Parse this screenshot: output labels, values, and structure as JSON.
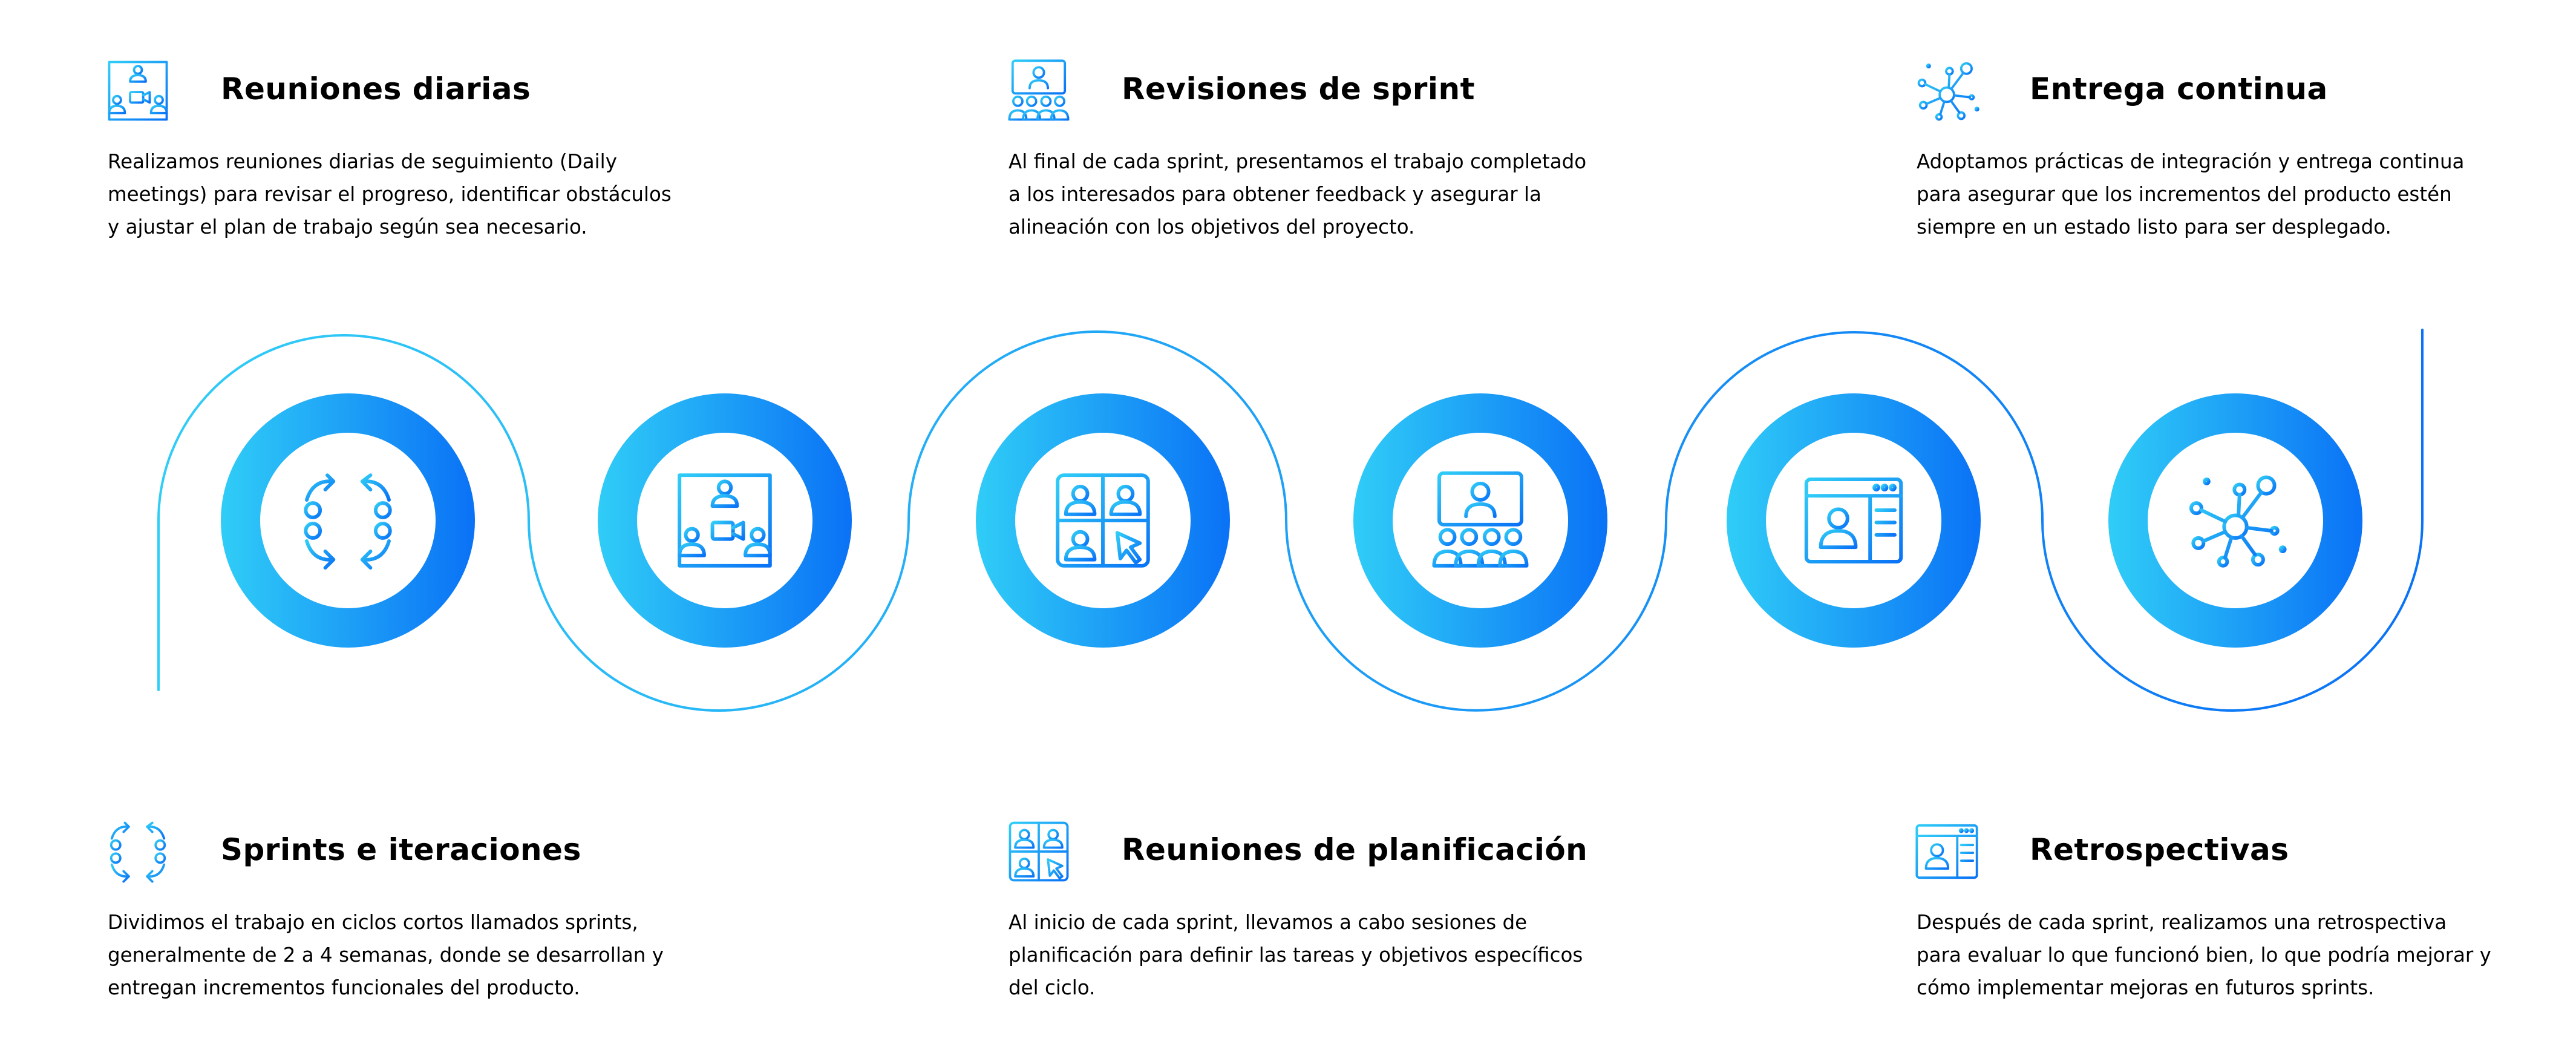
{
  "colors": {
    "accent_light": "#30cdf7",
    "accent_dark": "#0a72f6",
    "outline": "#1a86f2",
    "title_dark": "#22242a",
    "text_gray": "#6b7079"
  },
  "cards": [
    {
      "title": "Reuniones diarias",
      "desc": "Realizamos reuniones diarias de seguimiento (Daily meetings) para revisar el progreso, identificar obstáculos y ajustar el plan de trabajo según sea necesario.",
      "icon": "video-meeting-icon",
      "style": "outline"
    },
    {
      "title": "Revisiones de sprint",
      "desc": "Al final de cada sprint, presentamos el trabajo completado a los interesados para obtener feedback y asegurar la alineación con los objetivos del proyecto.",
      "icon": "presentation-audience-icon",
      "style": "filled"
    },
    {
      "title": "Entrega continua",
      "desc": "Adoptamos prácticas de integración y entrega continua para asegurar que los incrementos del producto estén siempre en un estado listo para ser desplegado.",
      "icon": "network-nodes-icon",
      "style": "outline"
    },
    {
      "title": "Sprints e iteraciones",
      "desc": "Dividimos el trabajo en ciclos cortos llamados sprints, generalmente de 2 a 4 semanas, donde se desarrollan y entregan incrementos funcionales del producto.",
      "icon": "cycle-arrows-icon",
      "style": "filled"
    },
    {
      "title": "Reuniones de planificación",
      "desc": "Al inicio de cada sprint, llevamos a cabo sesiones de planificación para definir las tareas y objetivos específicos del ciclo.",
      "icon": "video-grid-icon",
      "style": "outline"
    },
    {
      "title": "Retrospectivas",
      "desc": "Después de cada sprint, realizamos una retrospectiva para evaluar lo que funcionó bien, lo que podría mejorar y cómo implementar mejoras en futuros sprints.",
      "icon": "browser-profile-icon",
      "style": "filled"
    }
  ],
  "timeline_icons": [
    "cycle-arrows-icon",
    "video-meeting-icon",
    "video-grid-icon",
    "presentation-audience-icon",
    "browser-profile-icon",
    "network-nodes-icon"
  ]
}
